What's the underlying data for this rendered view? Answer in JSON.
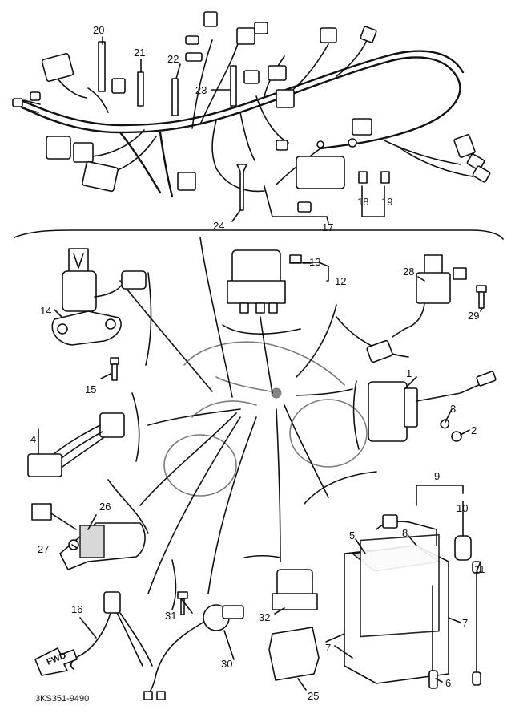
{
  "diagram": {
    "labels": [
      "1",
      "2",
      "3",
      "4",
      "5",
      "6",
      "7",
      "7",
      "7",
      "8",
      "9",
      "10",
      "11",
      "12",
      "13",
      "14",
      "15",
      "16",
      "17",
      "18",
      "19",
      "20",
      "21",
      "22",
      "23",
      "24",
      "25",
      "26",
      "27",
      "28",
      "29",
      "30",
      "31",
      "32"
    ],
    "direction_tag": "FWD",
    "drawing_code": "3KS351-9490"
  }
}
